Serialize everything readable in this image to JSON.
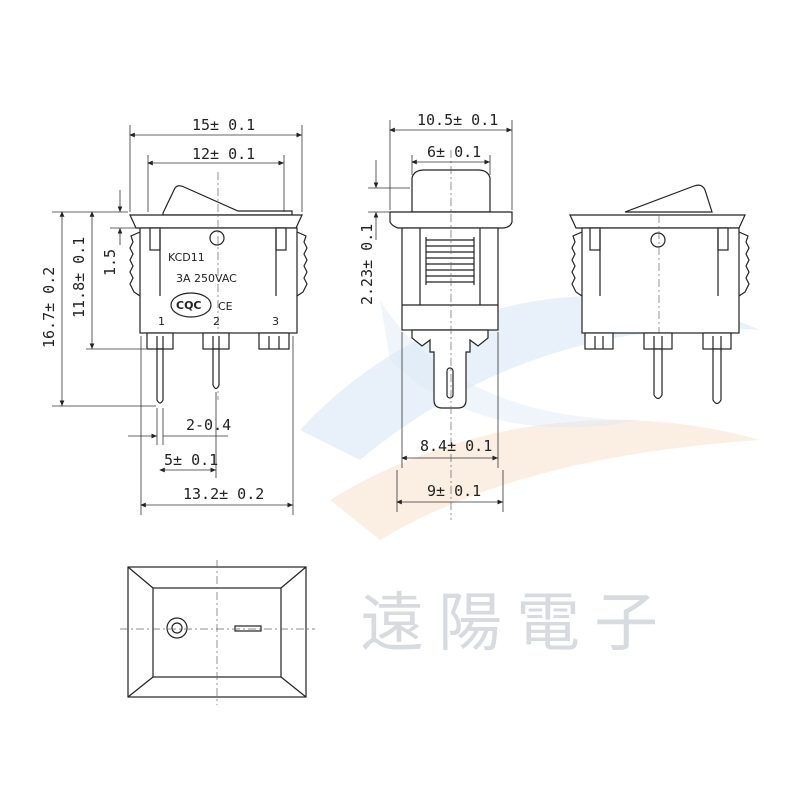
{
  "dimensions": {
    "front_width": "15± 0.1",
    "front_rocker_width": "12± 0.1",
    "front_total_height": "16.7± 0.2",
    "front_body_height": "11.8± 0.1",
    "front_flange": "1.5",
    "front_pin_gap": "2-0.4",
    "front_pin_pitch": "5± 0.1",
    "front_pin_span": "13.2± 0.2",
    "side_width": "10.5± 0.1",
    "side_rocker_width": "6± 0.1",
    "side_rocker_height": "2.23± 0.1",
    "side_terminal_width": "8.4± 0.1",
    "side_base_width": "9± 0.1"
  },
  "body_labels": {
    "model": "KCD11",
    "rating": "3A  250VAC",
    "cqc": "CQC",
    "ce": "CE",
    "pin1": "1",
    "pin2": "2",
    "pin3": "3"
  },
  "watermark": "遠陽電子",
  "colors": {
    "line": "#222222",
    "watermark": "#b8bfc8",
    "swoosh_blue": "#bcd7ef",
    "swoosh_orange": "#f4dcc0"
  }
}
